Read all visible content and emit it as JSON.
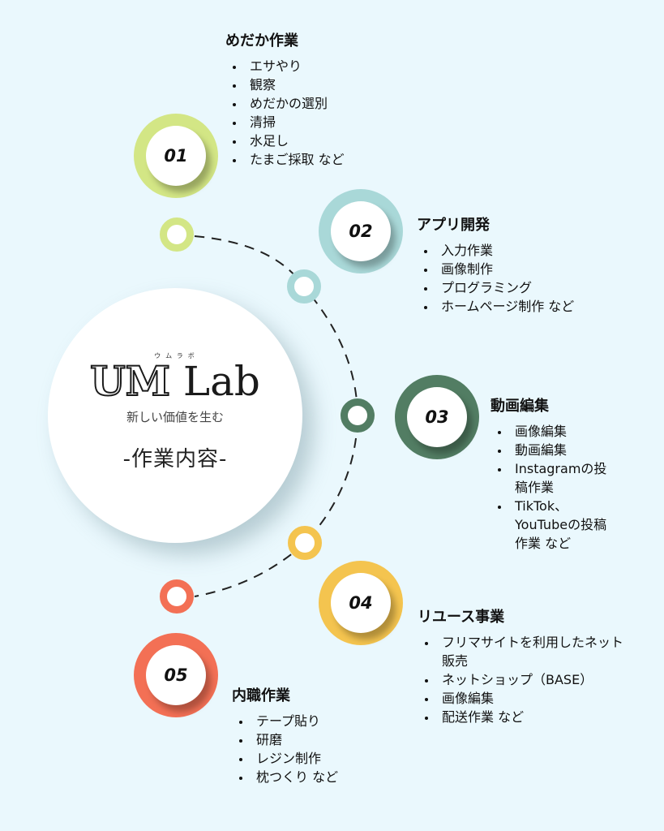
{
  "center": {
    "brand_ruby": "ウムラボ",
    "brand_um": "UM",
    "brand_lab": " Lab",
    "tagline": "新しい価値を生む",
    "title": "-作業内容-"
  },
  "colors": {
    "background": "#eaf8fd",
    "node_01": "#d3e685",
    "node_02": "#a9d8d8",
    "node_03": "#527d63",
    "node_04": "#f4c44f",
    "node_05": "#f37055",
    "dash": "#222222"
  },
  "nodes": [
    {
      "number": "01",
      "title": "めだか作業",
      "items": [
        "エサやり",
        "観察",
        "めだかの選別",
        "清掃",
        "水足し",
        "たまご採取 など"
      ]
    },
    {
      "number": "02",
      "title": "アプリ開発",
      "items": [
        "入力作業",
        "画像制作",
        "プログラミング",
        "ホームページ制作 など"
      ]
    },
    {
      "number": "03",
      "title": "動画編集",
      "items": [
        "画像編集",
        "動画編集",
        "Instagramの投稿作業",
        "TikTok、YouTubeの投稿作業 など"
      ]
    },
    {
      "number": "04",
      "title": "リユース事業",
      "items": [
        "フリマサイトを利用したネット販売",
        "ネットショップ（BASE）",
        "画像編集",
        "配送作業 など"
      ]
    },
    {
      "number": "05",
      "title": "内職作業",
      "items": [
        "テープ貼り",
        "研磨",
        "レジン制作",
        "枕つくり など"
      ]
    }
  ]
}
